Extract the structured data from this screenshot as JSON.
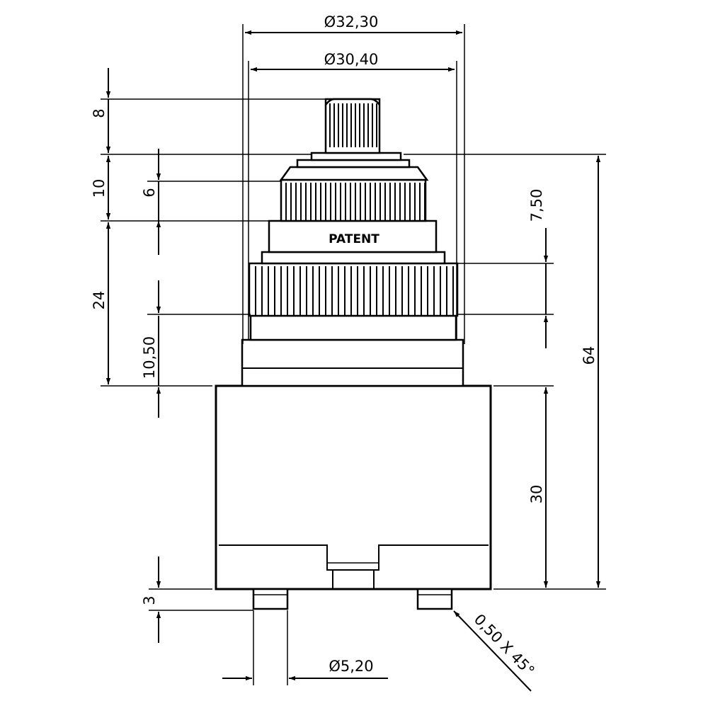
{
  "drawing": {
    "part_label": "PATENT",
    "dimensions": {
      "top_diameter_outer": "Ø32,30",
      "top_diameter_inner": "Ø30,40",
      "stem_height": "8",
      "knurl_height": "10",
      "knurl_inner": "6",
      "cap_height": "24",
      "ring_height": "10,50",
      "right_ring": "7,50",
      "total_height": "64",
      "body_height": "30",
      "pin_height": "3",
      "pin_diameter": "Ø5,20",
      "chamfer": "0,50 X 45°"
    }
  }
}
